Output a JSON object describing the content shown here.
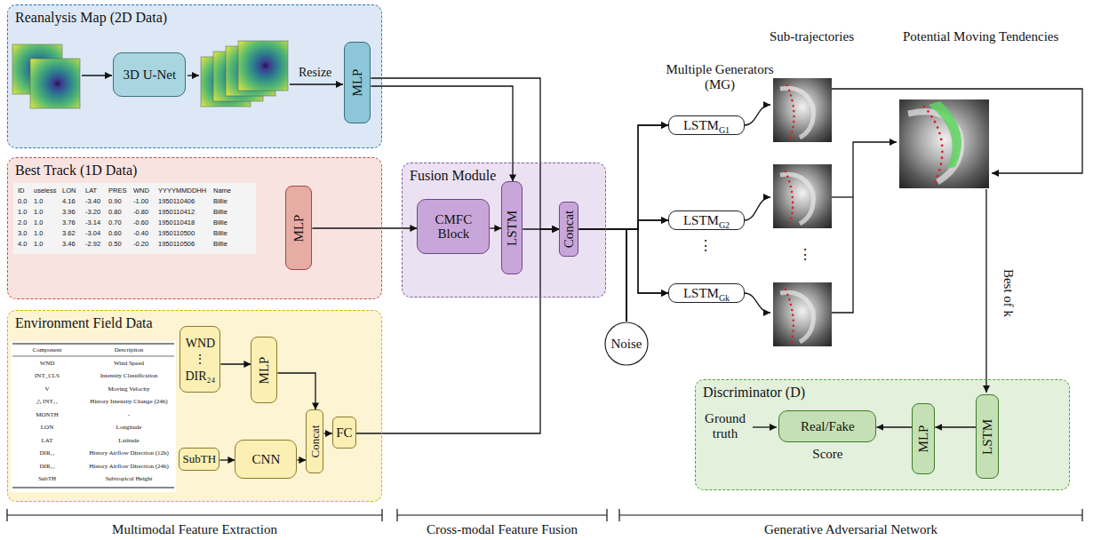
{
  "diagram": {
    "nodes": [
      {
        "text": [
          "Reanalysis Map (2D Data)"
        ]
      },
      {
        "text": [
          "3D U-Net"
        ],
        "in": 0
      },
      {
        "text": [
          "MLP"
        ],
        "in": 0
      },
      {
        "text": [
          "Best Track (1D Data)"
        ]
      },
      {
        "text": [
          "MLP"
        ],
        "in": 3
      },
      {
        "text": [
          "Environment Field Data"
        ]
      },
      {
        "text": [
          "WND",
          "⋮",
          "DIR₂₄"
        ],
        "in": 5
      },
      {
        "text": [
          "MLP"
        ],
        "in": 5
      },
      {
        "text": [
          "Concat"
        ],
        "in": 5
      },
      {
        "text": [
          "SubTH"
        ],
        "in": 5
      },
      {
        "text": [
          "CNN"
        ],
        "in": 5
      },
      {
        "text": [
          "FC"
        ],
        "in": 5
      },
      {
        "text": [
          "Fusion Module"
        ]
      },
      {
        "text": [
          "CMFC Block"
        ],
        "in": 12
      },
      {
        "text": [
          "LSTM"
        ],
        "in": 12
      },
      {
        "text": [
          "Concat"
        ],
        "in": 12
      },
      {
        "text": [
          "LSTM",
          "G1"
        ]
      },
      {
        "text": [
          "LSTM",
          "G2"
        ]
      },
      {
        "text": [
          "LSTM",
          "Gk"
        ]
      },
      {
        "text": [
          "Noise"
        ]
      },
      {
        "text": [
          "Discriminator (D)"
        ]
      },
      {
        "text": [
          "Real/Fake",
          "Score"
        ],
        "in": 20
      },
      {
        "text": [
          "MLP"
        ],
        "in": 20
      },
      {
        "text": [
          "LSTM"
        ],
        "in": 20
      }
    ],
    "edges": [
      {
        "from": 2,
        "to": 14,
        "arrow": "to"
      },
      {
        "from": 2,
        "to": 15,
        "arrow": "to"
      },
      {
        "from": 4,
        "to": 13,
        "arrow": "to"
      },
      {
        "from": 13,
        "to": 14,
        "arrow": "to"
      },
      {
        "from": 14,
        "to": 15,
        "arrow": "to"
      },
      {
        "from": 11,
        "to": 15,
        "arrow": "to"
      },
      {
        "from": 6,
        "to": 7,
        "arrow": "to"
      },
      {
        "from": 7,
        "to": 8,
        "arrow": "to"
      },
      {
        "from": 9,
        "to": 10,
        "arrow": "to"
      },
      {
        "from": 10,
        "to": 8,
        "arrow": "to"
      },
      {
        "from": 8,
        "to": 11,
        "arrow": "to"
      },
      {
        "from": 15,
        "to": 16,
        "arrow": "to"
      },
      {
        "from": 15,
        "to": 17,
        "arrow": "to"
      },
      {
        "from": 15,
        "to": 18,
        "arrow": "to"
      },
      {
        "from": 19,
        "to": 16,
        "arrow": "to"
      },
      {
        "from": 19,
        "to": 17,
        "arrow": "to"
      },
      {
        "from": 19,
        "to": 18,
        "arrow": "to"
      },
      {
        "from": 23,
        "to": 22,
        "arrow": "to"
      },
      {
        "from": 22,
        "to": 21,
        "arrow": "to"
      }
    ],
    "labels": [
      "Multimodal Feature Extraction",
      "Cross-modal Feature Fusion",
      "Generative Adversarial Network",
      "Resize",
      "Multiple Generators (MG)",
      "Sub-trajectories",
      "Potential Moving Tendencies",
      "⋮",
      "⋮",
      "Best of k",
      "Ground truth",
      "ID",
      "useless",
      "LON",
      "LAT",
      "PRES",
      "WND",
      "YYYYMMDDHH",
      "Name",
      "0.0",
      "1.0",
      "4.16",
      "-3.40",
      "0.90",
      "-1.00",
      "1950110406",
      "Billie",
      "1.0",
      "1.0",
      "3.96",
      "-3.20",
      "0.80",
      "-0.80",
      "1950110412",
      "Billie",
      "2.0",
      "1.0",
      "3.76",
      "-3.14",
      "0.70",
      "-0.60",
      "1950110418",
      "Billie",
      "3.0",
      "1.0",
      "3.62",
      "-3.04",
      "0.60",
      "-0.40",
      "1950110500",
      "Billie",
      "4.0",
      "1.0",
      "3.46",
      "-2.92",
      "0.50",
      "-0.20",
      "1950110506",
      "Billie",
      "Component",
      "Description",
      "WND",
      "Wind Speed",
      "INT_CLS",
      "Intensity Classification",
      "V",
      "Moving Velocity",
      "△ INT₂₄",
      "History Intensity Change (24h)",
      "MONTH",
      "-",
      "LON",
      "Longitude",
      "LAT",
      "Latitude",
      "DIR₁₂",
      "History Airflow Direction (12h)",
      "DIR₂₄",
      "History Airflow Direction (24h)",
      "SubTH",
      "Subtropical Height"
    ]
  }
}
